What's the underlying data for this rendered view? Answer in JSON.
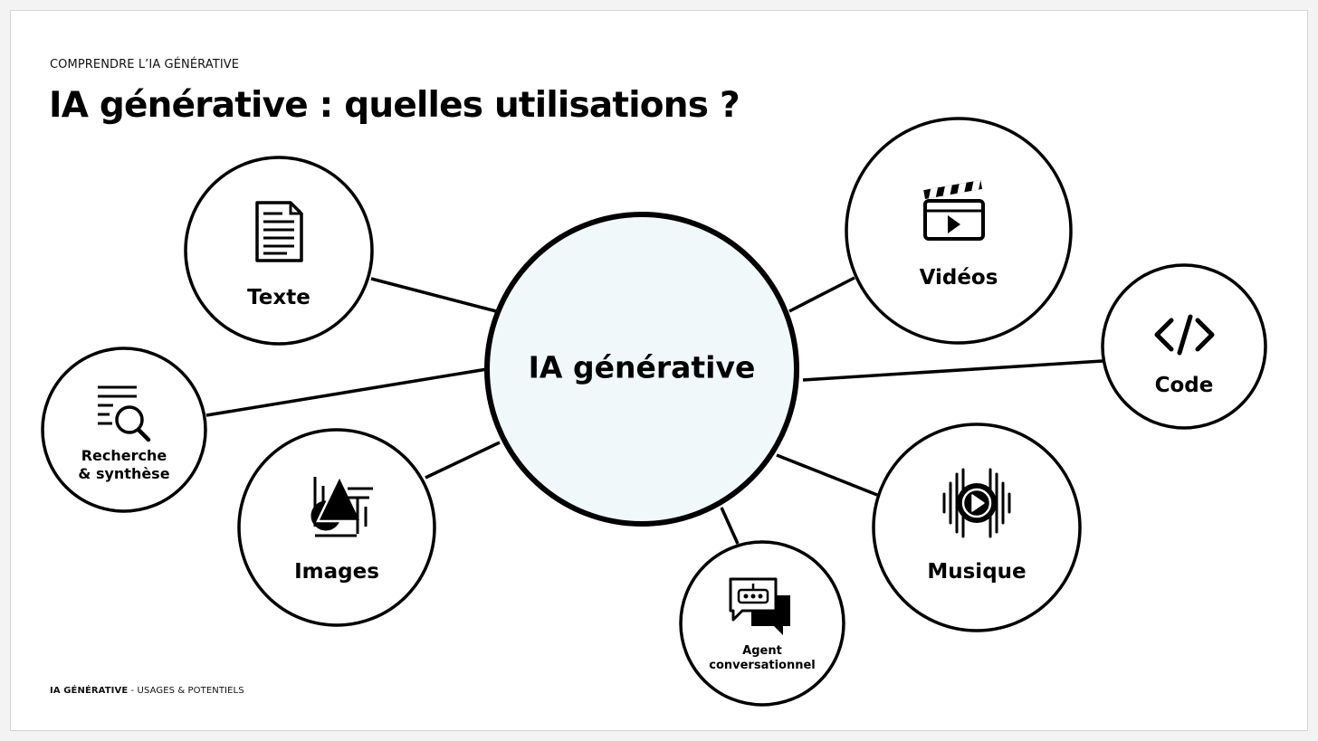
{
  "header": {
    "kicker": "COMPRENDRE L’IA GÉNÉRATIVE",
    "title": "IA générative : quelles utilisations ?"
  },
  "footer": {
    "strong": "IA GÉNÉRATIVE",
    "separator": " - ",
    "rest": "USAGES & POTENTIELS"
  },
  "diagram": {
    "center": {
      "label": "IA générative",
      "fill": "#f0f8fa"
    },
    "nodes": [
      {
        "id": "texte",
        "label": "Texte",
        "icon": "document-icon"
      },
      {
        "id": "recherche",
        "label_line1": "Recherche",
        "label_line2": "& synthèse",
        "icon": "search-list-icon"
      },
      {
        "id": "images",
        "label": "Images",
        "icon": "shapes-icon"
      },
      {
        "id": "agent",
        "label_line1": "Agent",
        "label_line2": "conversationnel",
        "icon": "chatbot-icon"
      },
      {
        "id": "musique",
        "label": "Musique",
        "icon": "audio-play-icon"
      },
      {
        "id": "code",
        "label": "Code",
        "icon": "code-icon"
      },
      {
        "id": "videos",
        "label": "Vidéos",
        "icon": "clapperboard-icon"
      }
    ]
  }
}
